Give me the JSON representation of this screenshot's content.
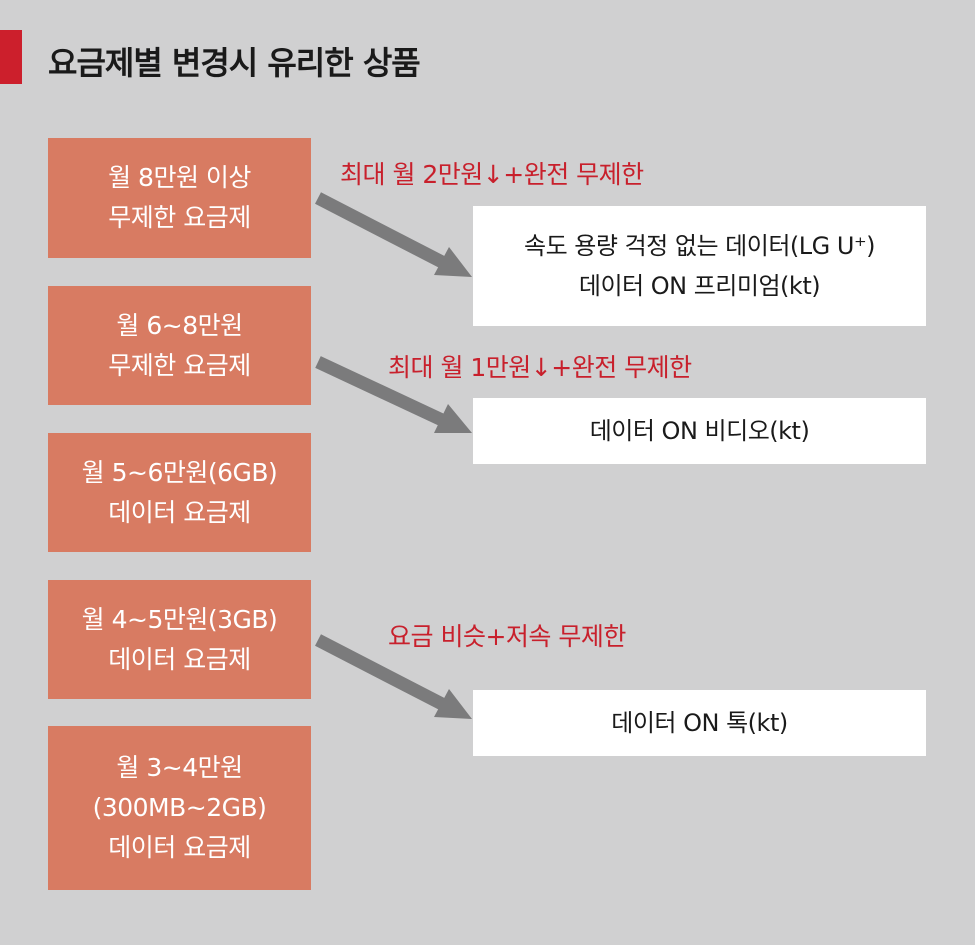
{
  "title": "요금제별 변경시 유리한 상품",
  "colors": {
    "accent": "#cc1f2c",
    "plan_box": "#d87b62",
    "benefit_text": "#c8202c",
    "arrow": "#7b7b7c",
    "background": "#d0d0d1"
  },
  "plans": [
    {
      "lines": [
        "월 8만원 이상",
        "무제한 요금제"
      ]
    },
    {
      "lines": [
        "월 6~8만원",
        "무제한 요금제"
      ]
    },
    {
      "lines": [
        "월 5~6만원(6GB)",
        "데이터 요금제"
      ]
    },
    {
      "lines": [
        "월 4~5만원(3GB)",
        "데이터 요금제"
      ]
    },
    {
      "lines": [
        "월 3~4만원",
        "(300MB~2GB)",
        "데이터 요금제"
      ]
    }
  ],
  "recommendations": [
    {
      "benefit": "최대 월 2만원↓+완전 무제한",
      "products": [
        "속도 용량 걱정 없는 데이터(LG U⁺)",
        "데이터 ON 프리미엄(kt)"
      ]
    },
    {
      "benefit": "최대 월 1만원↓+완전 무제한",
      "products": [
        "데이터 ON 비디오(kt)"
      ]
    },
    {
      "benefit": "요금 비슷+저속 무제한",
      "products": [
        "데이터 ON 톡(kt)"
      ]
    }
  ]
}
